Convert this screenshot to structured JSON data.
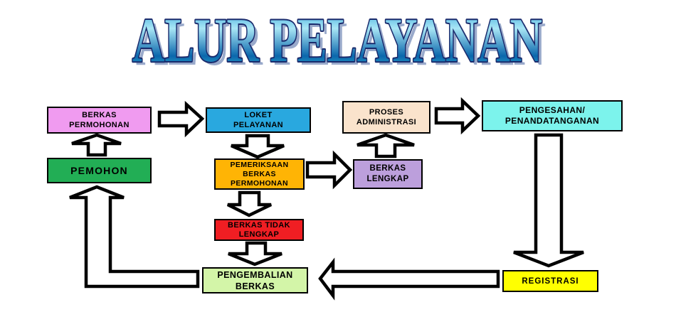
{
  "title": {
    "text": "ALUR PELAYANAN"
  },
  "colors": {
    "title_gradient_top": "#29A0D8",
    "title_gradient_light": "#A9E6F5",
    "title_gradient_dark": "#0B67AC",
    "title_gradient_bottom": "#41C7DC",
    "title_outline": "#1A2A6C",
    "title_shadow": "#9AAACB",
    "arrow_fill": "#FFFFFF",
    "arrow_outline": "#000000"
  },
  "boxes": {
    "berkas_permohonan": {
      "label": "BERKAS\nPERMOHONAN",
      "bg": "#F09BF0"
    },
    "loket_pelayanan": {
      "label": "LOKET\nPELAYANAN",
      "bg": "#29A8DF"
    },
    "proses_administrasi": {
      "label": "PROSES\nADMINISTRASI",
      "bg": "#FAE3CC"
    },
    "pengesahan": {
      "label": "PENGESAHAN/\nPENANDATANGANAN",
      "bg": "#7CF3EC"
    },
    "pemohon": {
      "label": "PEMOHON",
      "bg": "#22AE55"
    },
    "pemeriksaan": {
      "label": "PEMERIKSAAN\nBERKAS\nPERMOHONAN",
      "bg": "#FFB405"
    },
    "berkas_lengkap": {
      "label": "BERKAS\nLENGKAP",
      "bg": "#BC9FDC"
    },
    "berkas_tidak_lengkap": {
      "label": "BERKAS TIDAK\nLENGKAP",
      "bg": "#F01E23"
    },
    "pengembalian_berkas": {
      "label": "PENGEMBALIAN\nBERKAS",
      "bg": "#D3F5A8"
    },
    "registrasi": {
      "label": "REGISTRASI",
      "bg": "#FFFF01"
    }
  },
  "arrows": [
    {
      "name": "berkas-permohonan-to-loket",
      "direction": "right"
    },
    {
      "name": "pemohon-to-berkas-permohonan",
      "direction": "up"
    },
    {
      "name": "loket-to-pemeriksaan",
      "direction": "down"
    },
    {
      "name": "pemeriksaan-to-berkas-lengkap",
      "direction": "right"
    },
    {
      "name": "berkas-lengkap-to-proses-administrasi",
      "direction": "up"
    },
    {
      "name": "proses-administrasi-to-pengesahan",
      "direction": "right"
    },
    {
      "name": "pemeriksaan-to-berkas-tidak-lengkap",
      "direction": "down"
    },
    {
      "name": "berkas-tidak-lengkap-to-pengembalian",
      "direction": "down"
    },
    {
      "name": "pengesahan-to-registrasi",
      "direction": "down"
    },
    {
      "name": "registrasi-to-pengembalian",
      "direction": "left"
    },
    {
      "name": "pengembalian-to-pemohon",
      "direction": "up-elbow"
    }
  ]
}
